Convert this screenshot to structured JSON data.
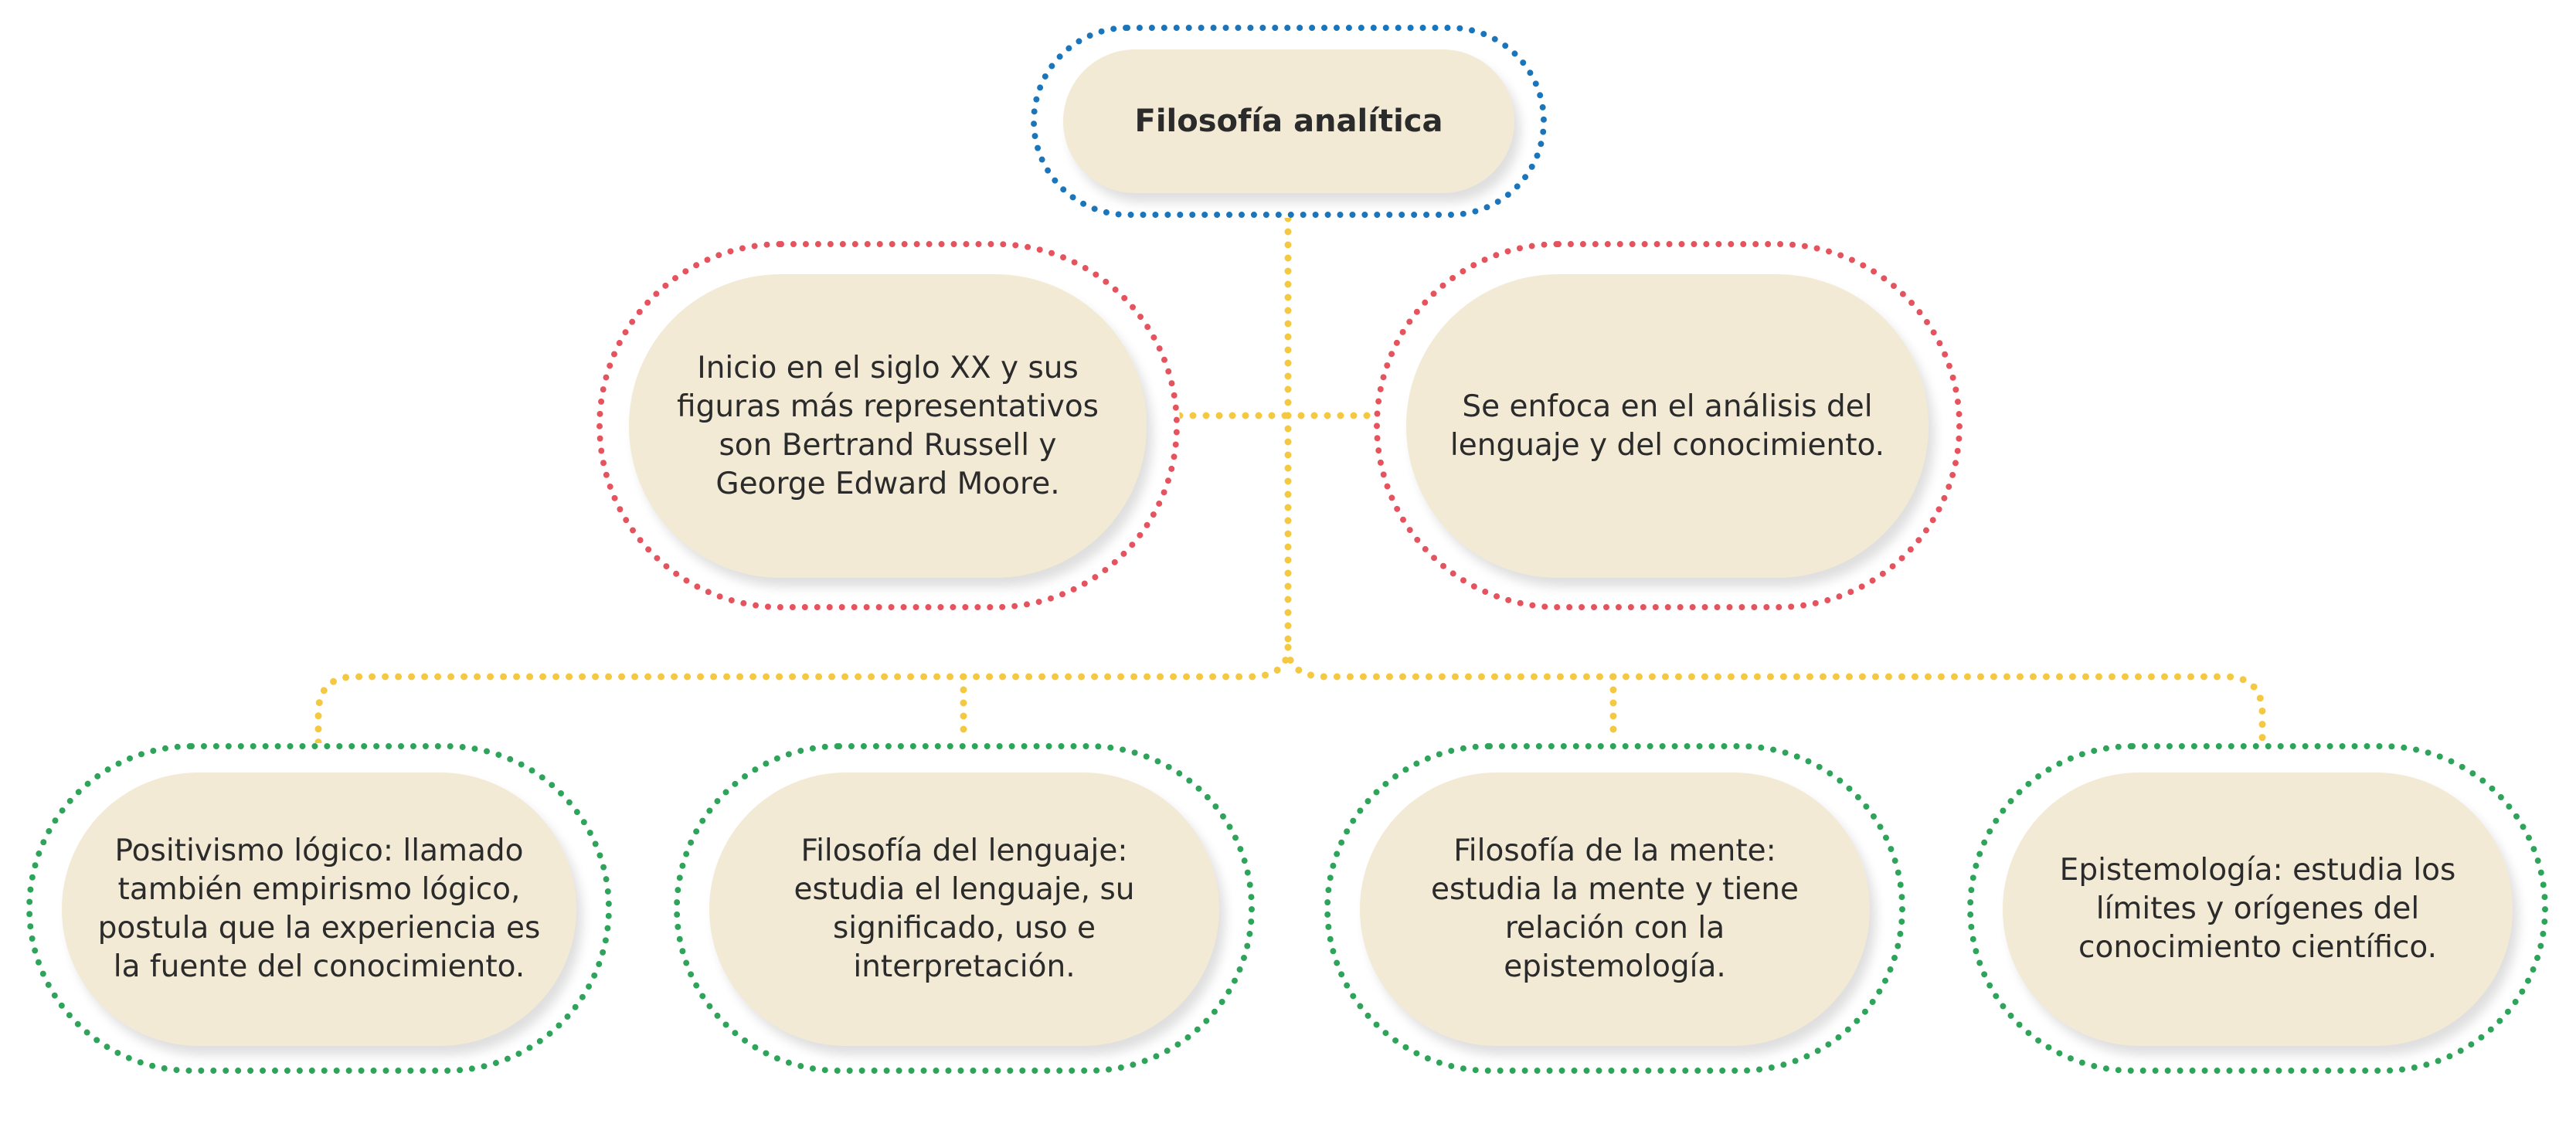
{
  "title": "Filosofía analítica",
  "colors": {
    "root_border": "#1a75bb",
    "info_border": "#e5545e",
    "branch_border": "#2ea45a",
    "connector": "#f5c842",
    "pill_fill": "#f3ead6"
  },
  "info_nodes": [
    {
      "text": "Inicio en el siglo XX y sus figuras más representativos son Bertrand Russell y George Edward Moore."
    },
    {
      "text": "Se enfoca en el análisis del lenguaje y del conocimiento."
    }
  ],
  "branches": [
    {
      "text": "Positivismo lógico: llamado también empirismo lógico, postula que la experiencia es la fuente del conocimiento."
    },
    {
      "text": "Filosofía del lenguaje: estudia el lenguaje, su significado, uso e interpretación."
    },
    {
      "text": "Filosofía de la mente: estudia la mente y tiene relación con la epistemología."
    },
    {
      "text": "Epistemología: estudia los límites y orígenes del conocimiento científico."
    }
  ]
}
